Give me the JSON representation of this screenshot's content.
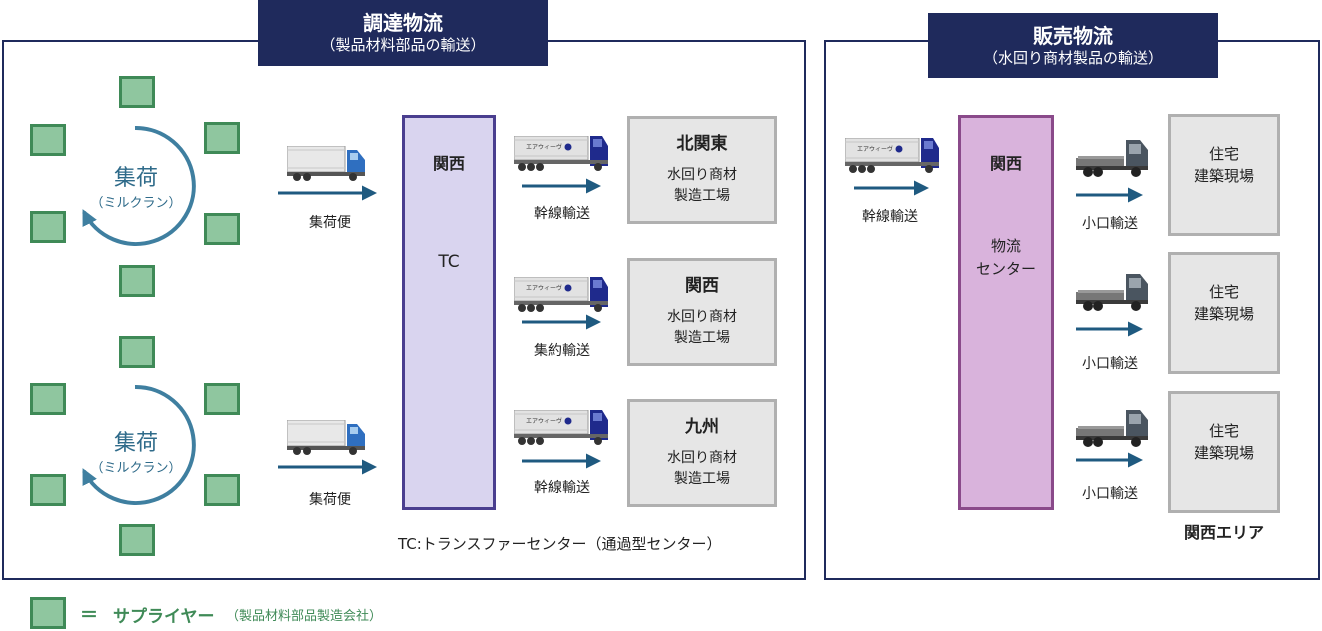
{
  "procurement": {
    "title": "調達物流",
    "subtitle": "（製品材料部品の輸送）",
    "collection_label": "集荷",
    "collection_sub": "（ミルクラン）",
    "pickup_label": "集荷便",
    "tc_region": "関西",
    "tc_label": "TC",
    "routes": [
      {
        "transport": "幹線輸送",
        "factory_region": "北関東",
        "factory_line1": "水回り商材",
        "factory_line2": "製造工場"
      },
      {
        "transport": "集約輸送",
        "factory_region": "関西",
        "factory_line1": "水回り商材",
        "factory_line2": "製造工場"
      },
      {
        "transport": "幹線輸送",
        "factory_region": "九州",
        "factory_line1": "水回り商材",
        "factory_line2": "製造工場"
      }
    ],
    "tc_note": "TC:トランスファーセンター（通過型センター）"
  },
  "sales": {
    "title": "販売物流",
    "subtitle": "（水回り商材製品の輸送）",
    "trunk_label": "幹線輸送",
    "dc_region": "関西",
    "dc_line1": "物流",
    "dc_line2": "センター",
    "deliveries": [
      {
        "transport": "小口輸送",
        "site_line1": "住宅",
        "site_line2": "建築現場"
      },
      {
        "transport": "小口輸送",
        "site_line1": "住宅",
        "site_line2": "建築現場"
      },
      {
        "transport": "小口輸送",
        "site_line1": "住宅",
        "site_line2": "建築現場"
      }
    ],
    "area_label": "関西エリア"
  },
  "legend": {
    "equals": "＝",
    "supplier": "サプライヤー",
    "supplier_note": "（製品材料部品製造会社）"
  },
  "truck_logo_text": "エアウィーヴ",
  "colors": {
    "navy": "#1f2a5c",
    "arrow": "#1f5a80",
    "supplier_fill": "#8fc69f",
    "supplier_border": "#3f8a57",
    "tc_fill": "#d9d4ef",
    "dc_fill": "#d9b3dc"
  }
}
